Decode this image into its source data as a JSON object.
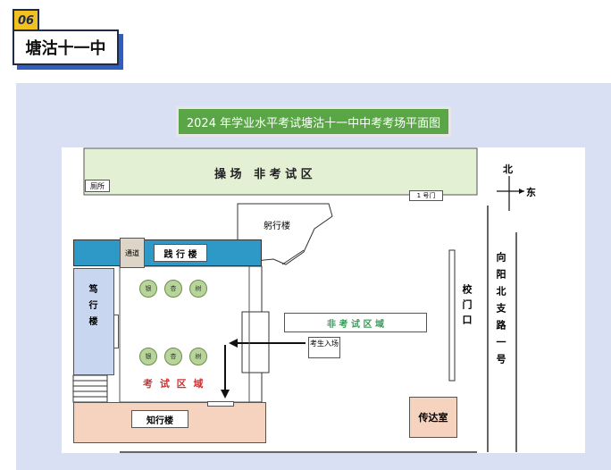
{
  "header": {
    "number": "06",
    "school": "塘沽十一中"
  },
  "map": {
    "title": "2024 年学业水平考试塘沽十一中中考考场平面图",
    "playground": "操 场   非 考 试 区",
    "toilet": "厕所",
    "gate1": "1 号门",
    "north": "北",
    "east": "东",
    "sheheng": "躬行楼",
    "jianxing": "践 行 楼",
    "passage": "通道",
    "duxing": "笃行楼",
    "zhixing": "知行楼",
    "non_exam_area": "非 考 试 区 域",
    "exam_area": "考 试 区 域",
    "entry": "考生入场",
    "school_gate": "校门口",
    "road": "向阳北支路一号",
    "gatehouse": "传达室",
    "trees": [
      "银",
      "杏",
      "树"
    ]
  }
}
